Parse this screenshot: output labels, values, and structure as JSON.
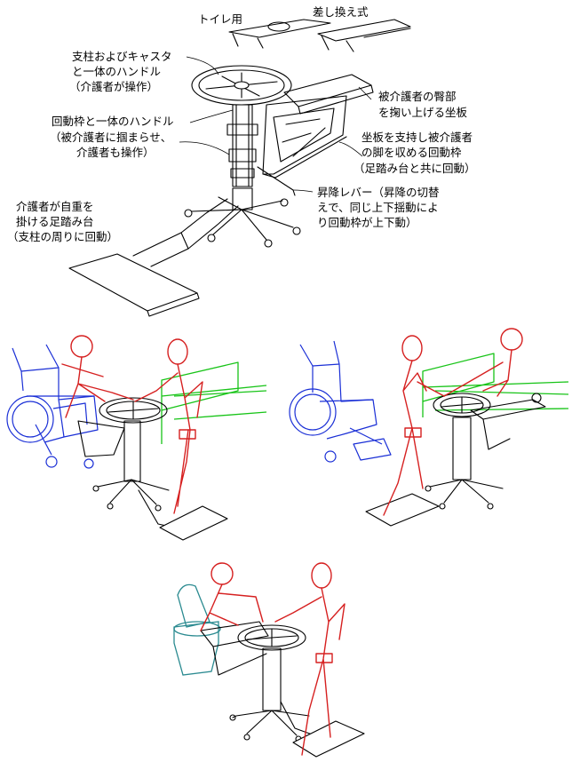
{
  "labels": {
    "toilet": "トイレ用",
    "swap": "差し換え式",
    "handle_l1": "支柱およびキャスタ",
    "handle_l2": "と一体のハンドル",
    "handle_l3": "（介護者が操作）",
    "seat_l1": "被介護者の臀部",
    "seat_l2": "を掬い上げる坐板",
    "rotframe_l1": "回動枠と一体のハンドル",
    "rotframe_l2": "（被介護者に掴まらせ、",
    "rotframe_l3": "介護者も操作）",
    "support_l1": "坐板を支持し被介護者",
    "support_l2": "の脚を収める回動枠",
    "support_l3": "（足踏み台と共に回動）",
    "step_l1": "介護者が自重を",
    "step_l2": "掛ける足踏み台",
    "step_l3": "（支柱の周りに回動）",
    "lever_l1": "昇降レバー（昇降の切替",
    "lever_l2": "えで、同じ上下揺動によ",
    "lever_l3": "り回動枠が上下動）"
  },
  "colors": {
    "caregiver": "#d62020",
    "wheelchair": "#1a2fd6",
    "bed": "#18c418",
    "toilet": "#2a8a90",
    "line": "#000000"
  }
}
